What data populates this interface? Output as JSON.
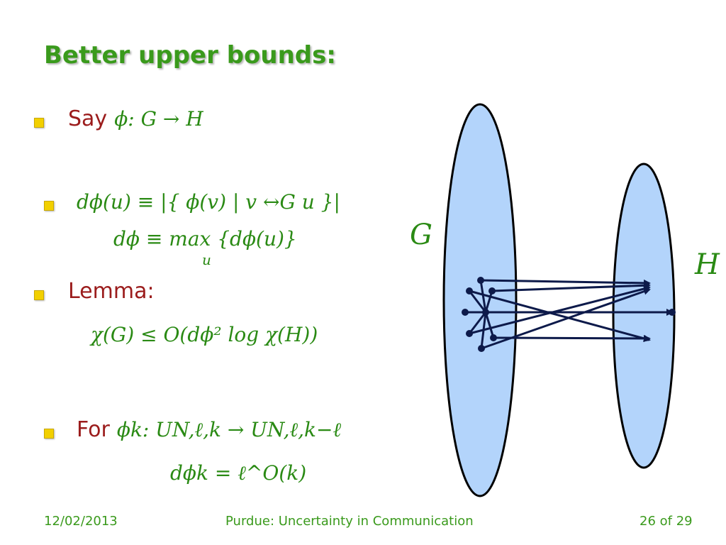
{
  "slide": {
    "title": "Better upper bounds:"
  },
  "bullets": {
    "say": {
      "label": "Say",
      "math": "ϕ: G → H"
    },
    "degree": {
      "line1": "dϕ(u) ≡ |{ ϕ(v) | v ↔G u }|",
      "line2": "dϕ ≡ max {dϕ(u)}",
      "subscript_u": "u"
    },
    "lemma": {
      "label": "Lemma:",
      "math": "χ(G) ≤ O(dϕ² log χ(H))"
    },
    "for": {
      "label": "For",
      "math": "ϕk: UN,ℓ,k → UN,ℓ,k−ℓ",
      "line2": "dϕk = ℓ^O(k)"
    }
  },
  "diagram": {
    "label_g": "G",
    "label_h": "H",
    "fill_color": "#b3d4fb",
    "edge_color": "#0d1a4a"
  },
  "footer": {
    "date": "12/02/2013",
    "center": "Purdue: Uncertainty in Communication",
    "page": "26 of 29"
  },
  "colors": {
    "title": "#3a9a1c",
    "text_label": "#9b1c1c",
    "math": "#2a8a14",
    "bullet": "#f2d000"
  }
}
